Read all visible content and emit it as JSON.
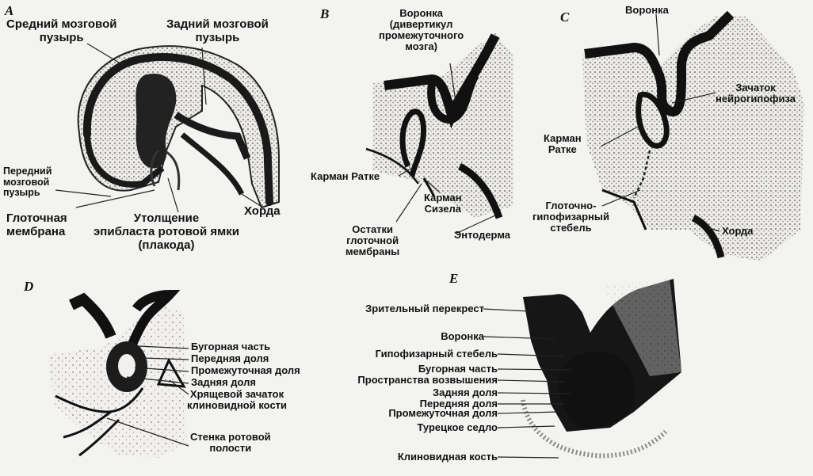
{
  "panels": {
    "A": {
      "letter": "A",
      "labels": {
        "midbrain": "Средний мозговой\nпузырь",
        "hindbrain": "Задний мозговой\nпузырь",
        "forebrain": "Передний\nмозговой\nпузырь",
        "pharyngeal_membrane": "Глоточная\nмембрана",
        "thickening": "Утолщение\nэпибласта ротовой ямки\n(плакода)",
        "notochord": "Хорда"
      }
    },
    "B": {
      "letter": "B",
      "labels": {
        "infundibulum": "Воронка\n(дивертикул\nпромежуточного\nмозга)",
        "rathke": "Карман Ратке",
        "seessel": "Карман\nСизела",
        "remnants": "Остатки\nглоточной\nмембраны",
        "endoderm": "Энтодерма"
      }
    },
    "C": {
      "letter": "C",
      "labels": {
        "infundibulum": "Воронка",
        "neurohypophysis": "Зачаток\nнейрогипофиза",
        "rathke": "Карман\nРатке",
        "stalk": "Глоточно-\nгипофизарный\nстебель",
        "notochord": "Хорда"
      }
    },
    "D": {
      "letter": "D",
      "labels": {
        "tuberal": "Бугорная часть",
        "anterior": "Передняя доля",
        "intermediate": "Промежуточная доля",
        "posterior": "Задняя доля",
        "cartilage": "Хрящевой зачаток\nклиновидной кости",
        "oral_wall": "Стенка ротовой\nполости"
      }
    },
    "E": {
      "letter": "E",
      "labels": {
        "chiasm": "Зрительный перекрест",
        "infundibulum": "Воронка",
        "stalk": "Гипофизарный стебель",
        "tuberal": "Бугорная часть",
        "eminence": "Пространства возвышения",
        "posterior": "Задняя доля",
        "anterior": "Передняя доля",
        "intermediate": "Промежуточная доля",
        "sella": "Турецкое седло",
        "sphenoid": "Клиновидная кость"
      }
    }
  }
}
